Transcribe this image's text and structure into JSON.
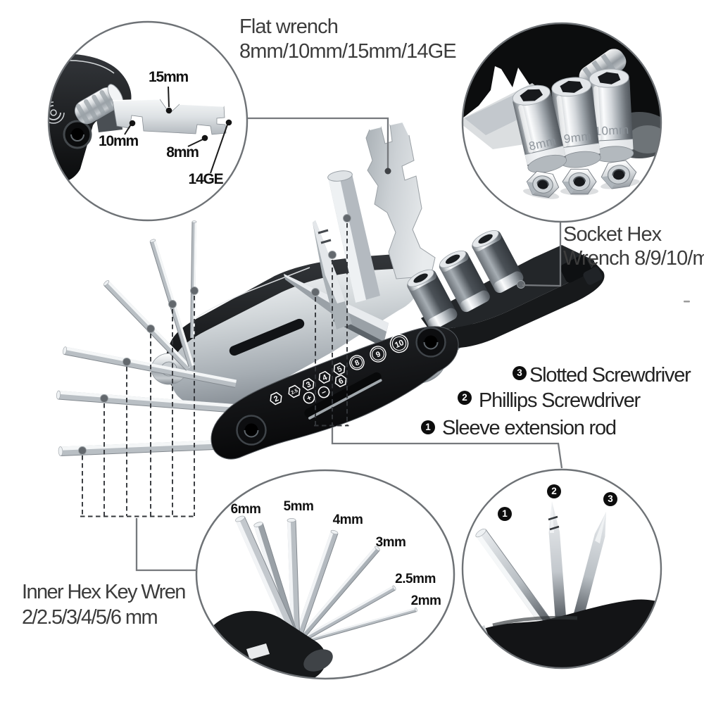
{
  "page": {
    "background": "#ffffff"
  },
  "callouts": {
    "flat_wrench": {
      "title_line1": "Flat wrench",
      "title_line2": "8mm/10mm/15mm/14GE",
      "labels": {
        "l15": "15mm",
        "l10": "10mm",
        "l8": "8mm",
        "l14ge": "14GE"
      }
    },
    "socket_hex": {
      "title_line1": "Socket Hex",
      "title_line2": "Wrench 8/9/10/m",
      "engravings": {
        "eng8": "8mm",
        "eng9": "9mm",
        "eng10": "10mm"
      }
    },
    "screwdrivers": {
      "items": [
        {
          "num": "3",
          "label": "Slotted Screwdriver"
        },
        {
          "num": "2",
          "label": "Phillips Screwdriver"
        },
        {
          "num": "1",
          "label": "Sleeve extension rod"
        }
      ],
      "badges": {
        "b1": "1",
        "b2": "2",
        "b3": "3"
      }
    },
    "inner_hex": {
      "title_line1": "Inner Hex Key Wren",
      "title_line2": "2/2.5/3/4/5/6 mm",
      "sizes": {
        "s6": "6mm",
        "s5": "5mm",
        "s4": "4mm",
        "s3": "3mm",
        "s25": "2.5mm",
        "s2": "2mm"
      }
    }
  },
  "tool_markings": {
    "m2": "2",
    "m25": "2.5",
    "m3": "3",
    "m4": "4",
    "m5": "5",
    "m6": "6",
    "mplus": "+",
    "mminus": "−",
    "m8": "8",
    "m9": "9",
    "m10": "10"
  }
}
